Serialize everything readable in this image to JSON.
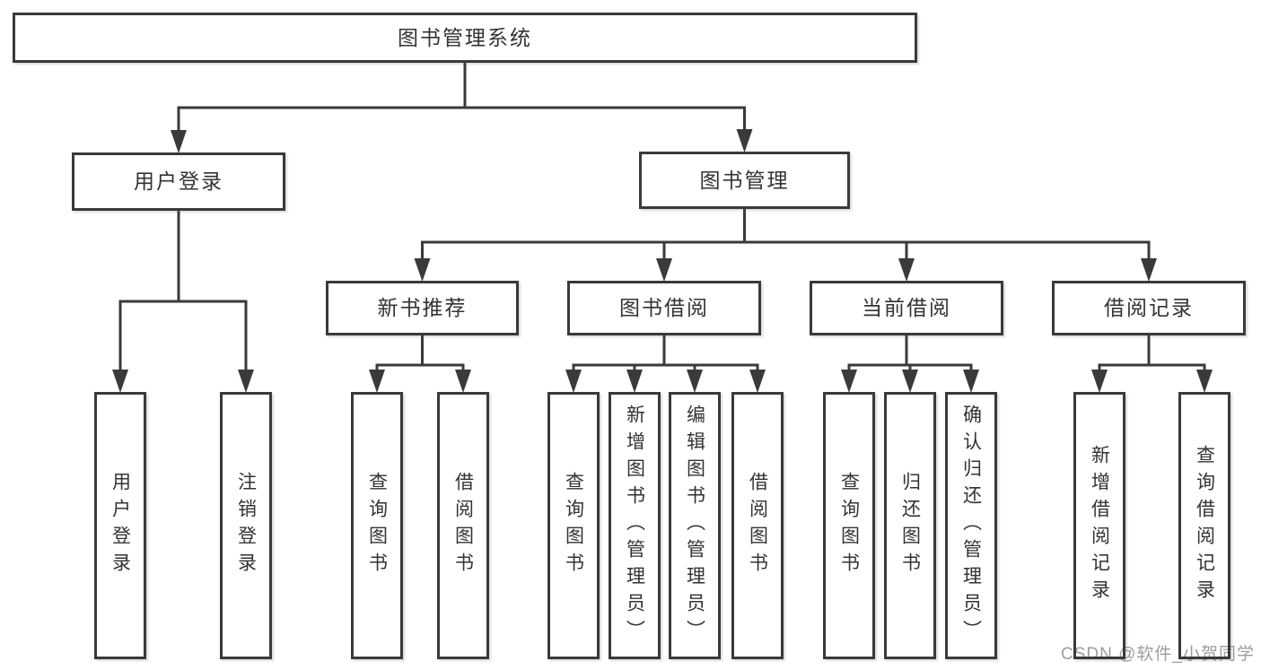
{
  "diagram": {
    "title": "图书管理系统",
    "watermark": "CSDN @软件_小贺同学",
    "colors": {
      "background": "#ffffff",
      "line": "#3a3a3a",
      "text": "#333333",
      "watermark": "#9d9d9d"
    },
    "nodes": [
      {
        "id": "root",
        "label": "图书管理系统",
        "level": 0,
        "parent": null,
        "text_direction": "horizontal"
      },
      {
        "id": "user-login",
        "label": "用户登录",
        "level": 1,
        "parent": "root",
        "text_direction": "horizontal"
      },
      {
        "id": "book-mgmt",
        "label": "图书管理",
        "level": 1,
        "parent": "root",
        "text_direction": "horizontal"
      },
      {
        "id": "new-book-rec",
        "label": "新书推荐",
        "level": 2,
        "parent": "book-mgmt",
        "text_direction": "horizontal"
      },
      {
        "id": "book-borrow",
        "label": "图书借阅",
        "level": 2,
        "parent": "book-mgmt",
        "text_direction": "horizontal"
      },
      {
        "id": "current-borrow",
        "label": "当前借阅",
        "level": 2,
        "parent": "book-mgmt",
        "text_direction": "horizontal"
      },
      {
        "id": "borrow-record",
        "label": "借阅记录",
        "level": 2,
        "parent": "book-mgmt",
        "text_direction": "horizontal"
      },
      {
        "id": "leaf-user-login",
        "label": "用户登录",
        "level": 3,
        "parent": "user-login",
        "text_direction": "vertical"
      },
      {
        "id": "leaf-logout",
        "label": "注销登录",
        "level": 3,
        "parent": "user-login",
        "text_direction": "vertical"
      },
      {
        "id": "leaf-query-book-1",
        "label": "查询图书",
        "level": 3,
        "parent": "new-book-rec",
        "text_direction": "vertical"
      },
      {
        "id": "leaf-borrow-book-1",
        "label": "借阅图书",
        "level": 3,
        "parent": "new-book-rec",
        "text_direction": "vertical"
      },
      {
        "id": "leaf-query-book-2",
        "label": "查询图书",
        "level": 3,
        "parent": "book-borrow",
        "text_direction": "vertical"
      },
      {
        "id": "leaf-add-book",
        "label": "新增图书（管理员）",
        "level": 3,
        "parent": "book-borrow",
        "text_direction": "vertical"
      },
      {
        "id": "leaf-edit-book",
        "label": "编辑图书（管理员）",
        "level": 3,
        "parent": "book-borrow",
        "text_direction": "vertical"
      },
      {
        "id": "leaf-borrow-book-2",
        "label": "借阅图书",
        "level": 3,
        "parent": "book-borrow",
        "text_direction": "vertical"
      },
      {
        "id": "leaf-query-book-3",
        "label": "查询图书",
        "level": 3,
        "parent": "current-borrow",
        "text_direction": "vertical"
      },
      {
        "id": "leaf-return-book",
        "label": "归还图书",
        "level": 3,
        "parent": "current-borrow",
        "text_direction": "vertical"
      },
      {
        "id": "leaf-confirm-return",
        "label": "确认归还（管理员）",
        "level": 3,
        "parent": "current-borrow",
        "text_direction": "vertical"
      },
      {
        "id": "leaf-add-record",
        "label": "新增借阅记录",
        "level": 3,
        "parent": "borrow-record",
        "text_direction": "vertical"
      },
      {
        "id": "leaf-query-record",
        "label": "查询借阅记录",
        "level": 3,
        "parent": "borrow-record",
        "text_direction": "vertical"
      }
    ]
  }
}
